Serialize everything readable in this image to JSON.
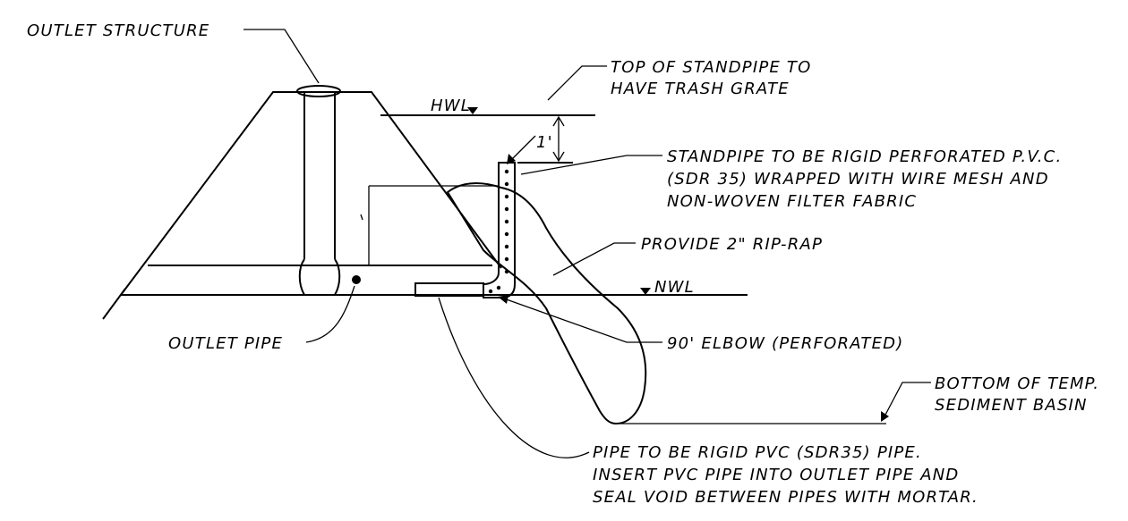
{
  "labels": {
    "outlet_structure": "OUTLET STRUCTURE",
    "top_standpipe_line1": "TOP OF STANDPIPE TO",
    "top_standpipe_line2": "HAVE TRASH GRATE",
    "hwl": "HWL",
    "one_foot": "1'",
    "standpipe_line1": "STANDPIPE TO BE RIGID PERFORATED P.V.C.",
    "standpipe_line2": "(SDR 35) WRAPPED WITH WIRE MESH AND",
    "standpipe_line3": "NON-WOVEN FILTER FABRIC",
    "rip_rap": "PROVIDE 2\" RIP-RAP",
    "nwl": "NWL",
    "outlet_pipe": "OUTLET PIPE",
    "elbow": "90' ELBOW (PERFORATED)",
    "bottom_line1": "BOTTOM OF TEMP.",
    "bottom_line2": "SEDIMENT BASIN",
    "pipe_note_line1": "PIPE TO BE RIGID PVC (SDR35) PIPE.",
    "pipe_note_line2": "INSERT PVC PIPE INTO OUTLET PIPE AND",
    "pipe_note_line3": "SEAL VOID BETWEEN PIPES WITH MORTAR."
  },
  "colors": {
    "line": "#000000",
    "background": "#ffffff"
  }
}
